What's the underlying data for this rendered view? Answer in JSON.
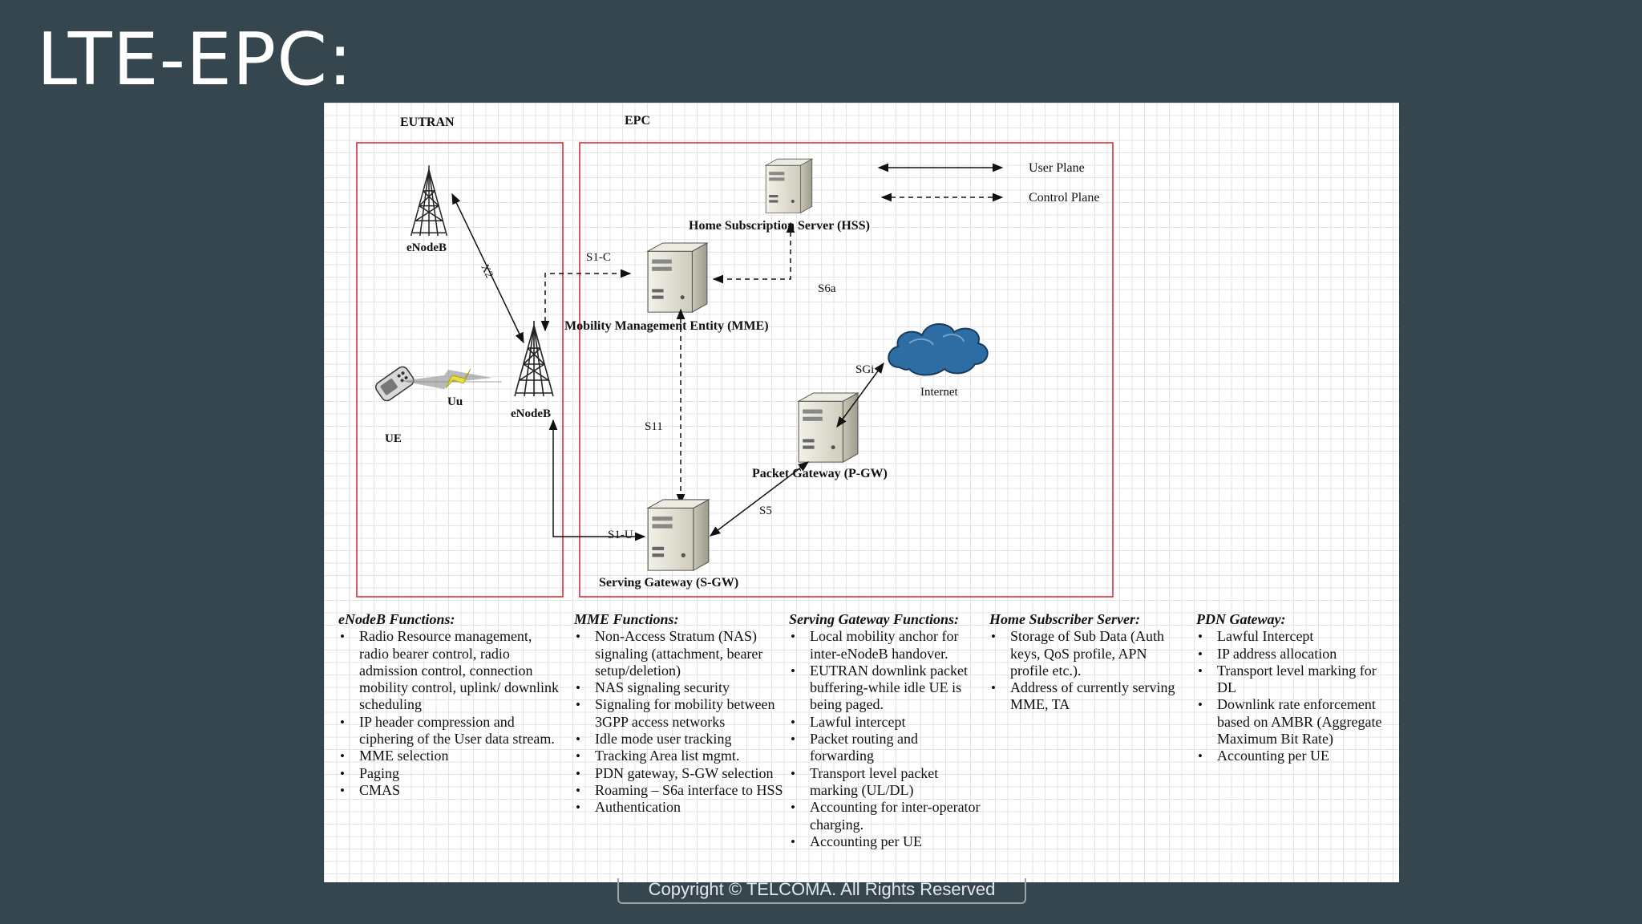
{
  "slide": {
    "title": "LTE-EPC:",
    "copyright": "Copyright © TELCOMA.  All Rights Reserved"
  },
  "diagram": {
    "regions": {
      "eutran": "EUTRAN",
      "epc": "EPC"
    },
    "nodes": {
      "enodeb_top": "eNodeB",
      "enodeb_main": "eNodeB",
      "ue": "UE",
      "hss": "Home Subscription Server (HSS)",
      "mme": "Mobility Management Entity (MME)",
      "sgw": "Serving Gateway (S-GW)",
      "pgw": "Packet Gateway (P-GW)",
      "internet": "Internet"
    },
    "interfaces": {
      "x2": "X2",
      "uu": "Uu",
      "s1c": "S1-C",
      "s6a": "S6a",
      "s11": "S11",
      "s1u": "S1-U",
      "s5": "S5",
      "sgi": "SGi"
    },
    "legend": {
      "user_plane": "User Plane",
      "control_plane": "Control Plane"
    },
    "colors": {
      "region_border": "#d0343c",
      "cloud": "#2e6da4",
      "lightning": "#e8e03a"
    }
  },
  "functions": {
    "enodeb": {
      "heading": "eNodeB Functions:",
      "items": [
        "Radio Resource management, radio bearer control, radio admission control, connection mobility control, uplink/ downlink scheduling",
        "IP header compression and ciphering of the User data stream.",
        "MME selection",
        "Paging",
        "CMAS"
      ]
    },
    "mme": {
      "heading": "MME Functions:",
      "items": [
        "Non-Access Stratum (NAS) signaling (attachment, bearer setup/deletion)",
        "NAS signaling security",
        "Signaling for mobility between 3GPP access networks",
        "Idle mode user tracking",
        "Tracking Area list mgmt.",
        "PDN gateway, S-GW selection",
        "Roaming – S6a interface to HSS",
        "Authentication"
      ]
    },
    "sgw": {
      "heading": "Serving Gateway Functions:",
      "items": [
        "Local mobility anchor for inter-eNodeB handover.",
        "EUTRAN downlink packet buffering-while idle UE is being paged.",
        "Lawful intercept",
        "Packet routing and forwarding",
        "Transport level packet marking (UL/DL)",
        "Accounting for inter-operator charging.",
        "Accounting per UE"
      ]
    },
    "hss": {
      "heading": "Home Subscriber Server:",
      "items": [
        "Storage of Sub Data (Auth keys, QoS profile, APN profile etc.).",
        "Address of currently serving MME, TA"
      ]
    },
    "pdn": {
      "heading": "PDN Gateway:",
      "items": [
        "Lawful Intercept",
        "IP address allocation",
        "Transport level marking for DL",
        "Downlink rate enforcement based on AMBR (Aggregate Maximum Bit Rate)",
        "Accounting per UE"
      ]
    }
  }
}
